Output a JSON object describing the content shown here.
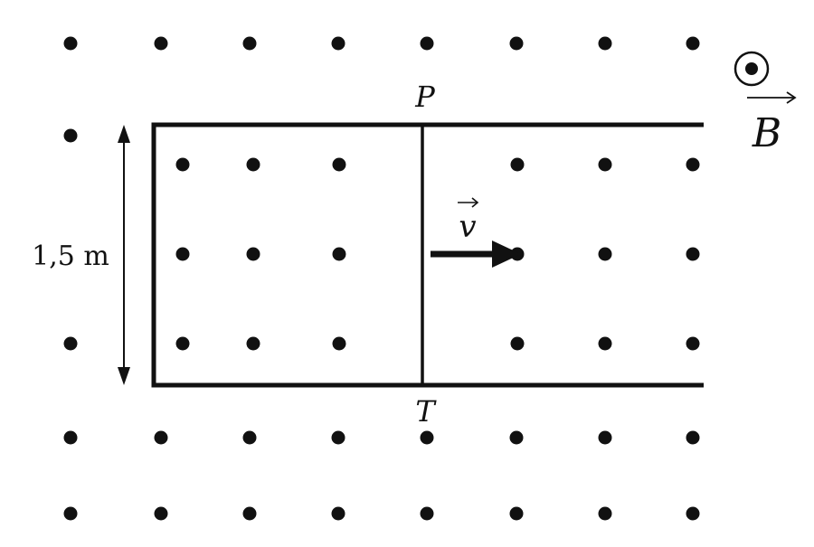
{
  "diagram": {
    "ink_color": "#111111",
    "background": "#ffffff",
    "labels": {
      "top_point": "P",
      "bottom_point": "T",
      "velocity": "v",
      "field": "B",
      "width": "1,5 m"
    },
    "field_symbol": "out-of-page-dot-in-circle-icon",
    "velocity_direction": "right"
  }
}
